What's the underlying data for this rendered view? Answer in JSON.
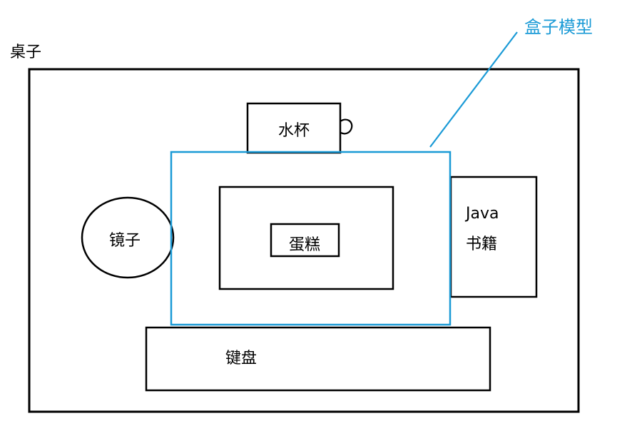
{
  "labels": {
    "table": "桌子",
    "cup": "水杯",
    "mirror": "镜子",
    "cake": "蛋糕",
    "book_line1": "Java",
    "book_line2": "书籍",
    "keyboard": "键盘",
    "box_model": "盒子模型"
  },
  "colors": {
    "outline": "#000000",
    "accent": "#1a9ad6"
  }
}
